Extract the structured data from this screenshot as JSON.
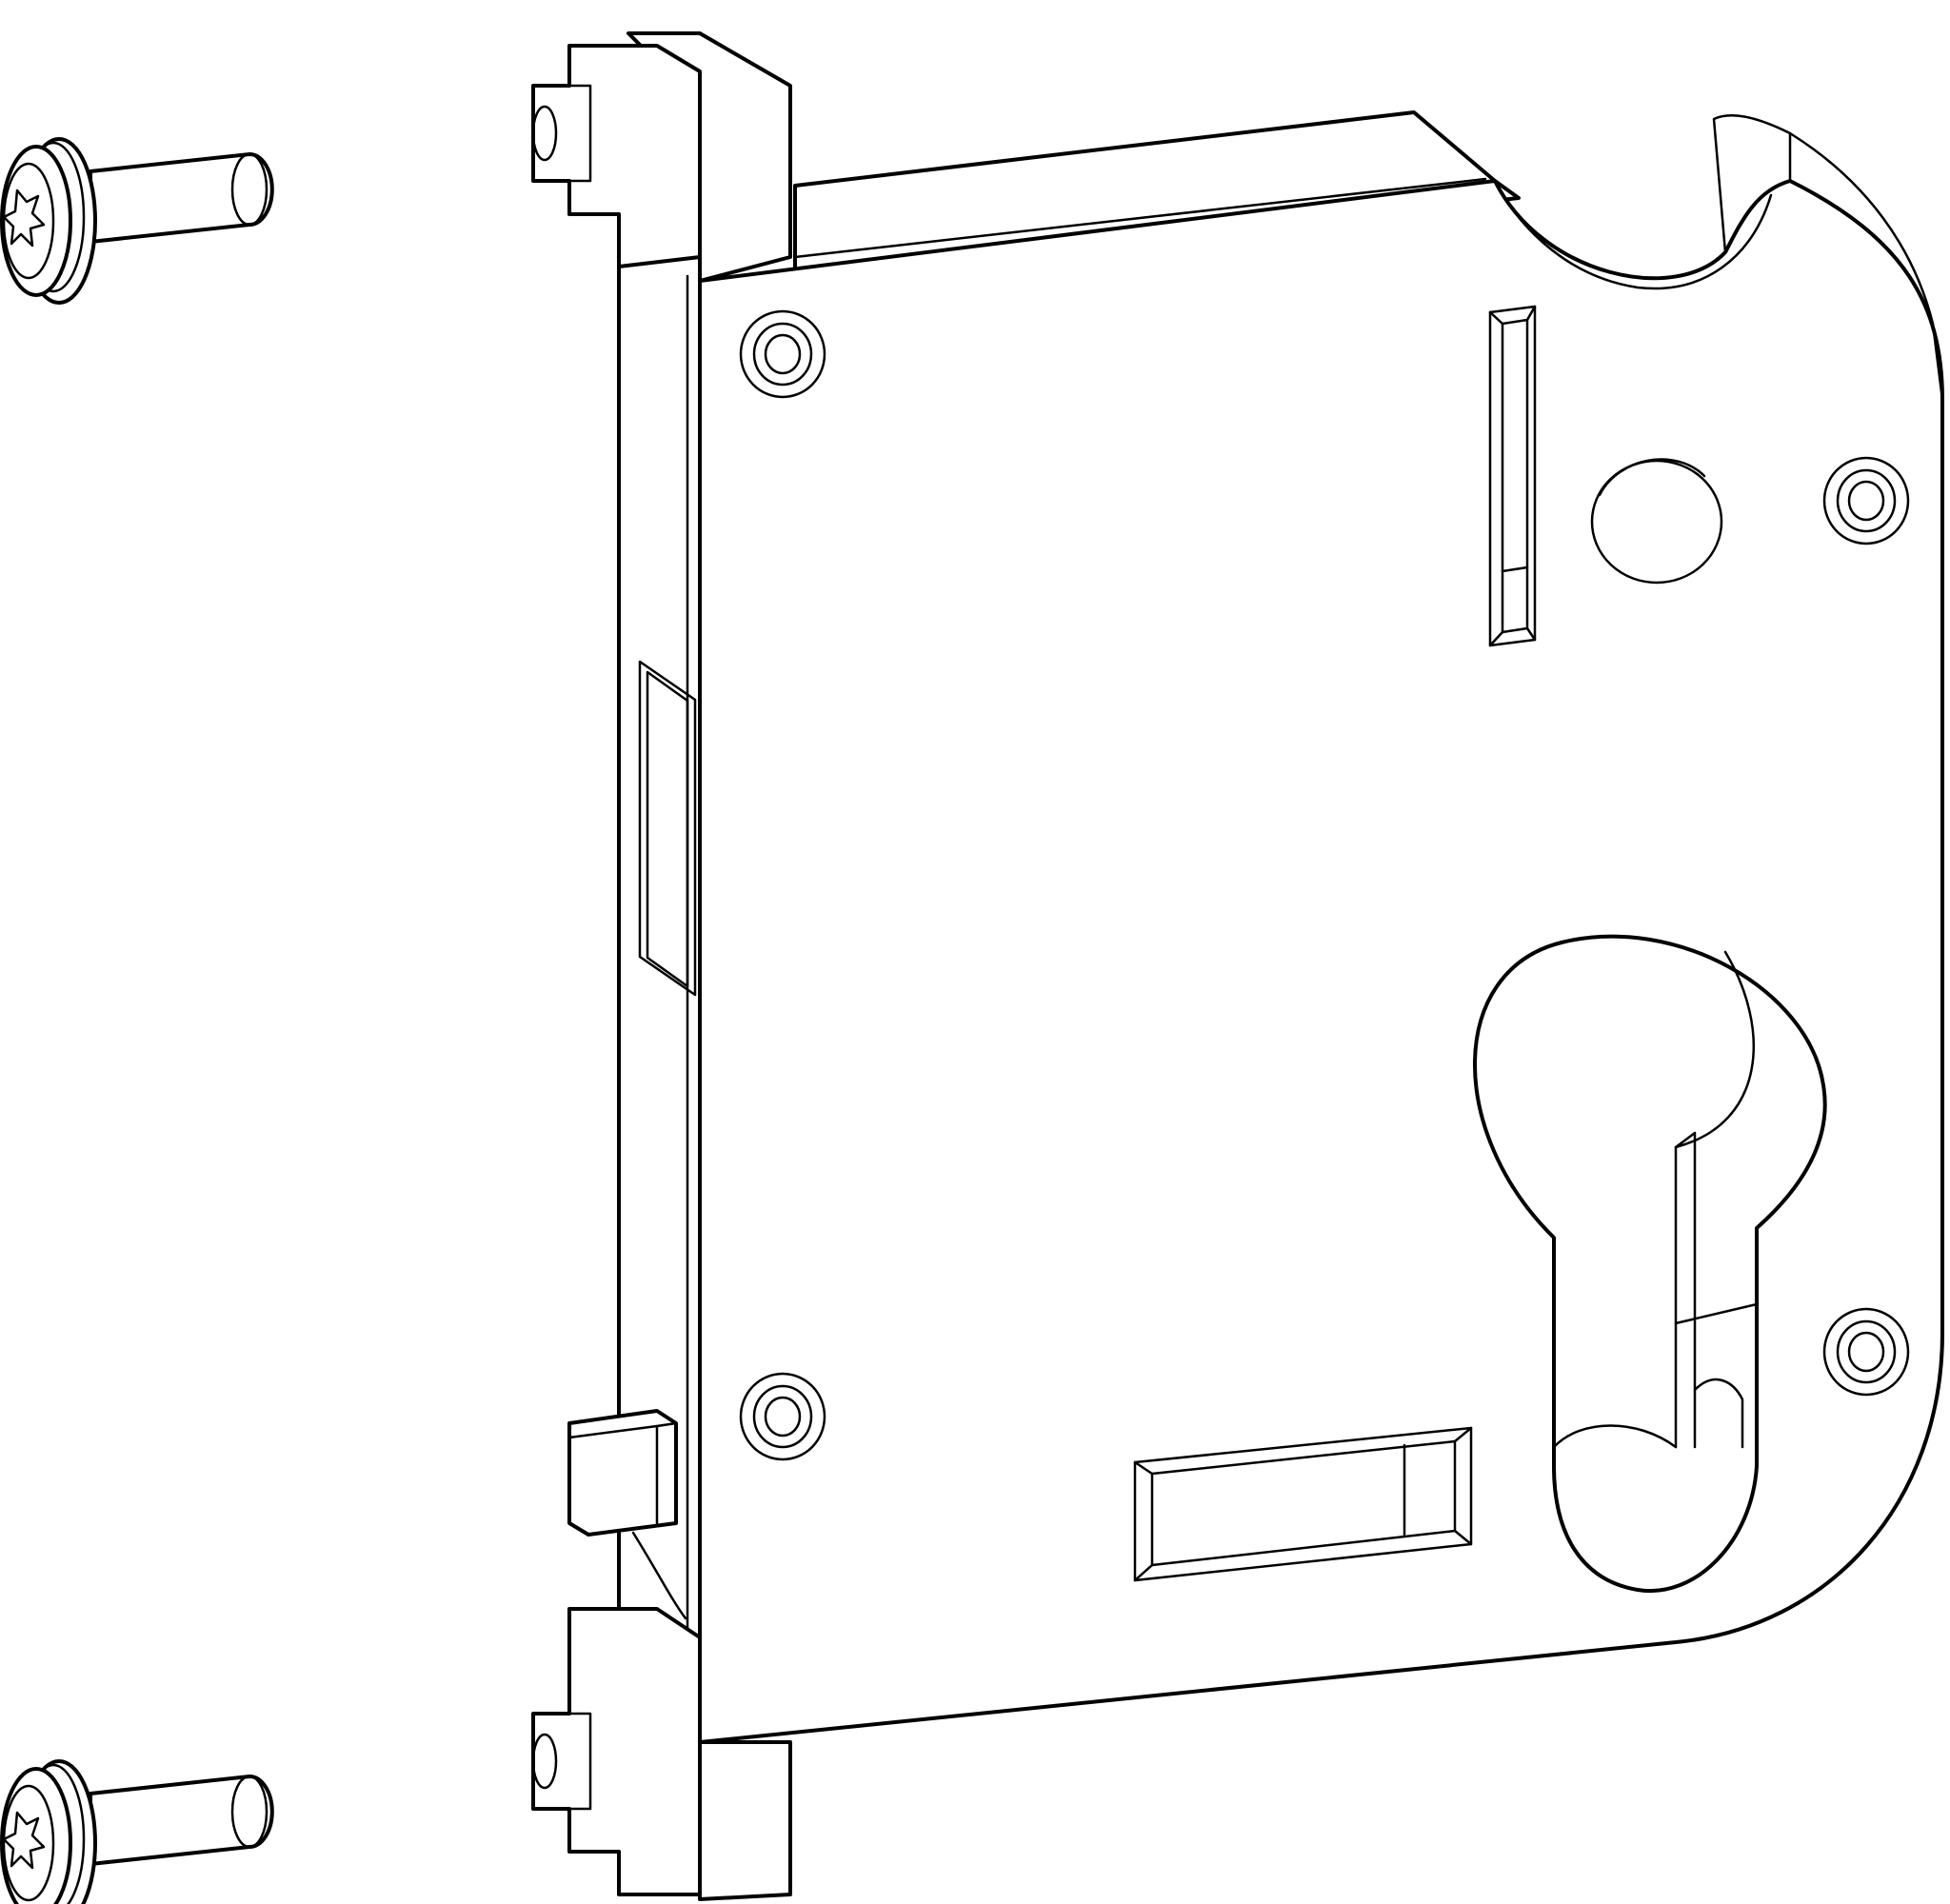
{
  "drawing": {
    "background": "#ffffff",
    "line_color": "#000000",
    "style": "isometric line art",
    "components": [
      {
        "name": "screw-top",
        "icon": "torx-screw-icon"
      },
      {
        "name": "screw-bottom",
        "icon": "torx-screw-icon"
      },
      {
        "name": "lock-body",
        "icon": "mortise-lock-icon"
      },
      {
        "name": "faceplate",
        "icon": "faceplate-icon"
      },
      {
        "name": "cylinder-cutout",
        "icon": "euro-cylinder-hole-icon"
      }
    ]
  }
}
